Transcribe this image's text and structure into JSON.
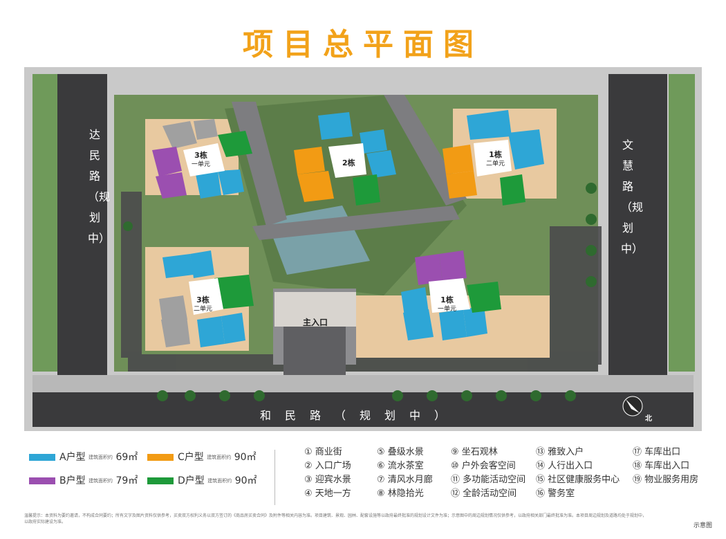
{
  "title": "项目总平面图",
  "roads": {
    "left": "达民路（规划中）",
    "right": "文慧路（规划中）",
    "bottom": "和民路（规划中）"
  },
  "compass": "北",
  "entrance": "主入口",
  "buildings": [
    {
      "name": "3栋",
      "unit": "一单元"
    },
    {
      "name": "2栋",
      "unit": ""
    },
    {
      "name": "1栋",
      "unit": "二单元"
    },
    {
      "name": "3栋",
      "unit": "二单元"
    },
    {
      "name": "1栋",
      "unit": "一单元"
    }
  ],
  "unit_types": [
    {
      "label": "A户型",
      "note": "建筑面积约",
      "area": "69㎡",
      "color": "#2ea6d6"
    },
    {
      "label": "C户型",
      "note": "建筑面积约",
      "area": "90㎡",
      "color": "#f29b14"
    },
    {
      "label": "B户型",
      "note": "建筑面积约",
      "area": "79㎡",
      "color": "#9b4fb0"
    },
    {
      "label": "D户型",
      "note": "建筑面积约",
      "area": "90㎡",
      "color": "#1e9a3a"
    }
  ],
  "facilities": [
    "①  商业街",
    "②  入口广场",
    "③  迎宾水景",
    "④  天地一方",
    "⑤  叠级水景",
    "⑥  流水茶室",
    "⑦  清风水月廊",
    "⑧  林隐拾光",
    "⑨  坐石观林",
    "⑩  户外会客空间",
    "⑪  多功能活动空间",
    "⑫  全龄活动空间",
    "⑬  雅致入户",
    "⑭  人行出入口",
    "⑮  社区健康服务中心",
    "⑯  警务室",
    "⑰  车库出口",
    "⑱  车库出入口",
    "⑲  物业服务用房"
  ],
  "disclaimer": "温馨提示：本资料为要约邀请，不构成合同要约；所有文字及图片资料仅供参考，买卖双方权利义务以双方签订的《商品房买卖合同》及附件等相关内容为准。项目建筑、景观、园林、配套设施等以政府最终批准的规划设计文件为准；示意图中的周边规划情况仅供参考，以政府相关部门最终批准为准。本项目周边规划及道路均处于规划中，以政府实际建设为准。",
  "illustration": "示意图"
}
